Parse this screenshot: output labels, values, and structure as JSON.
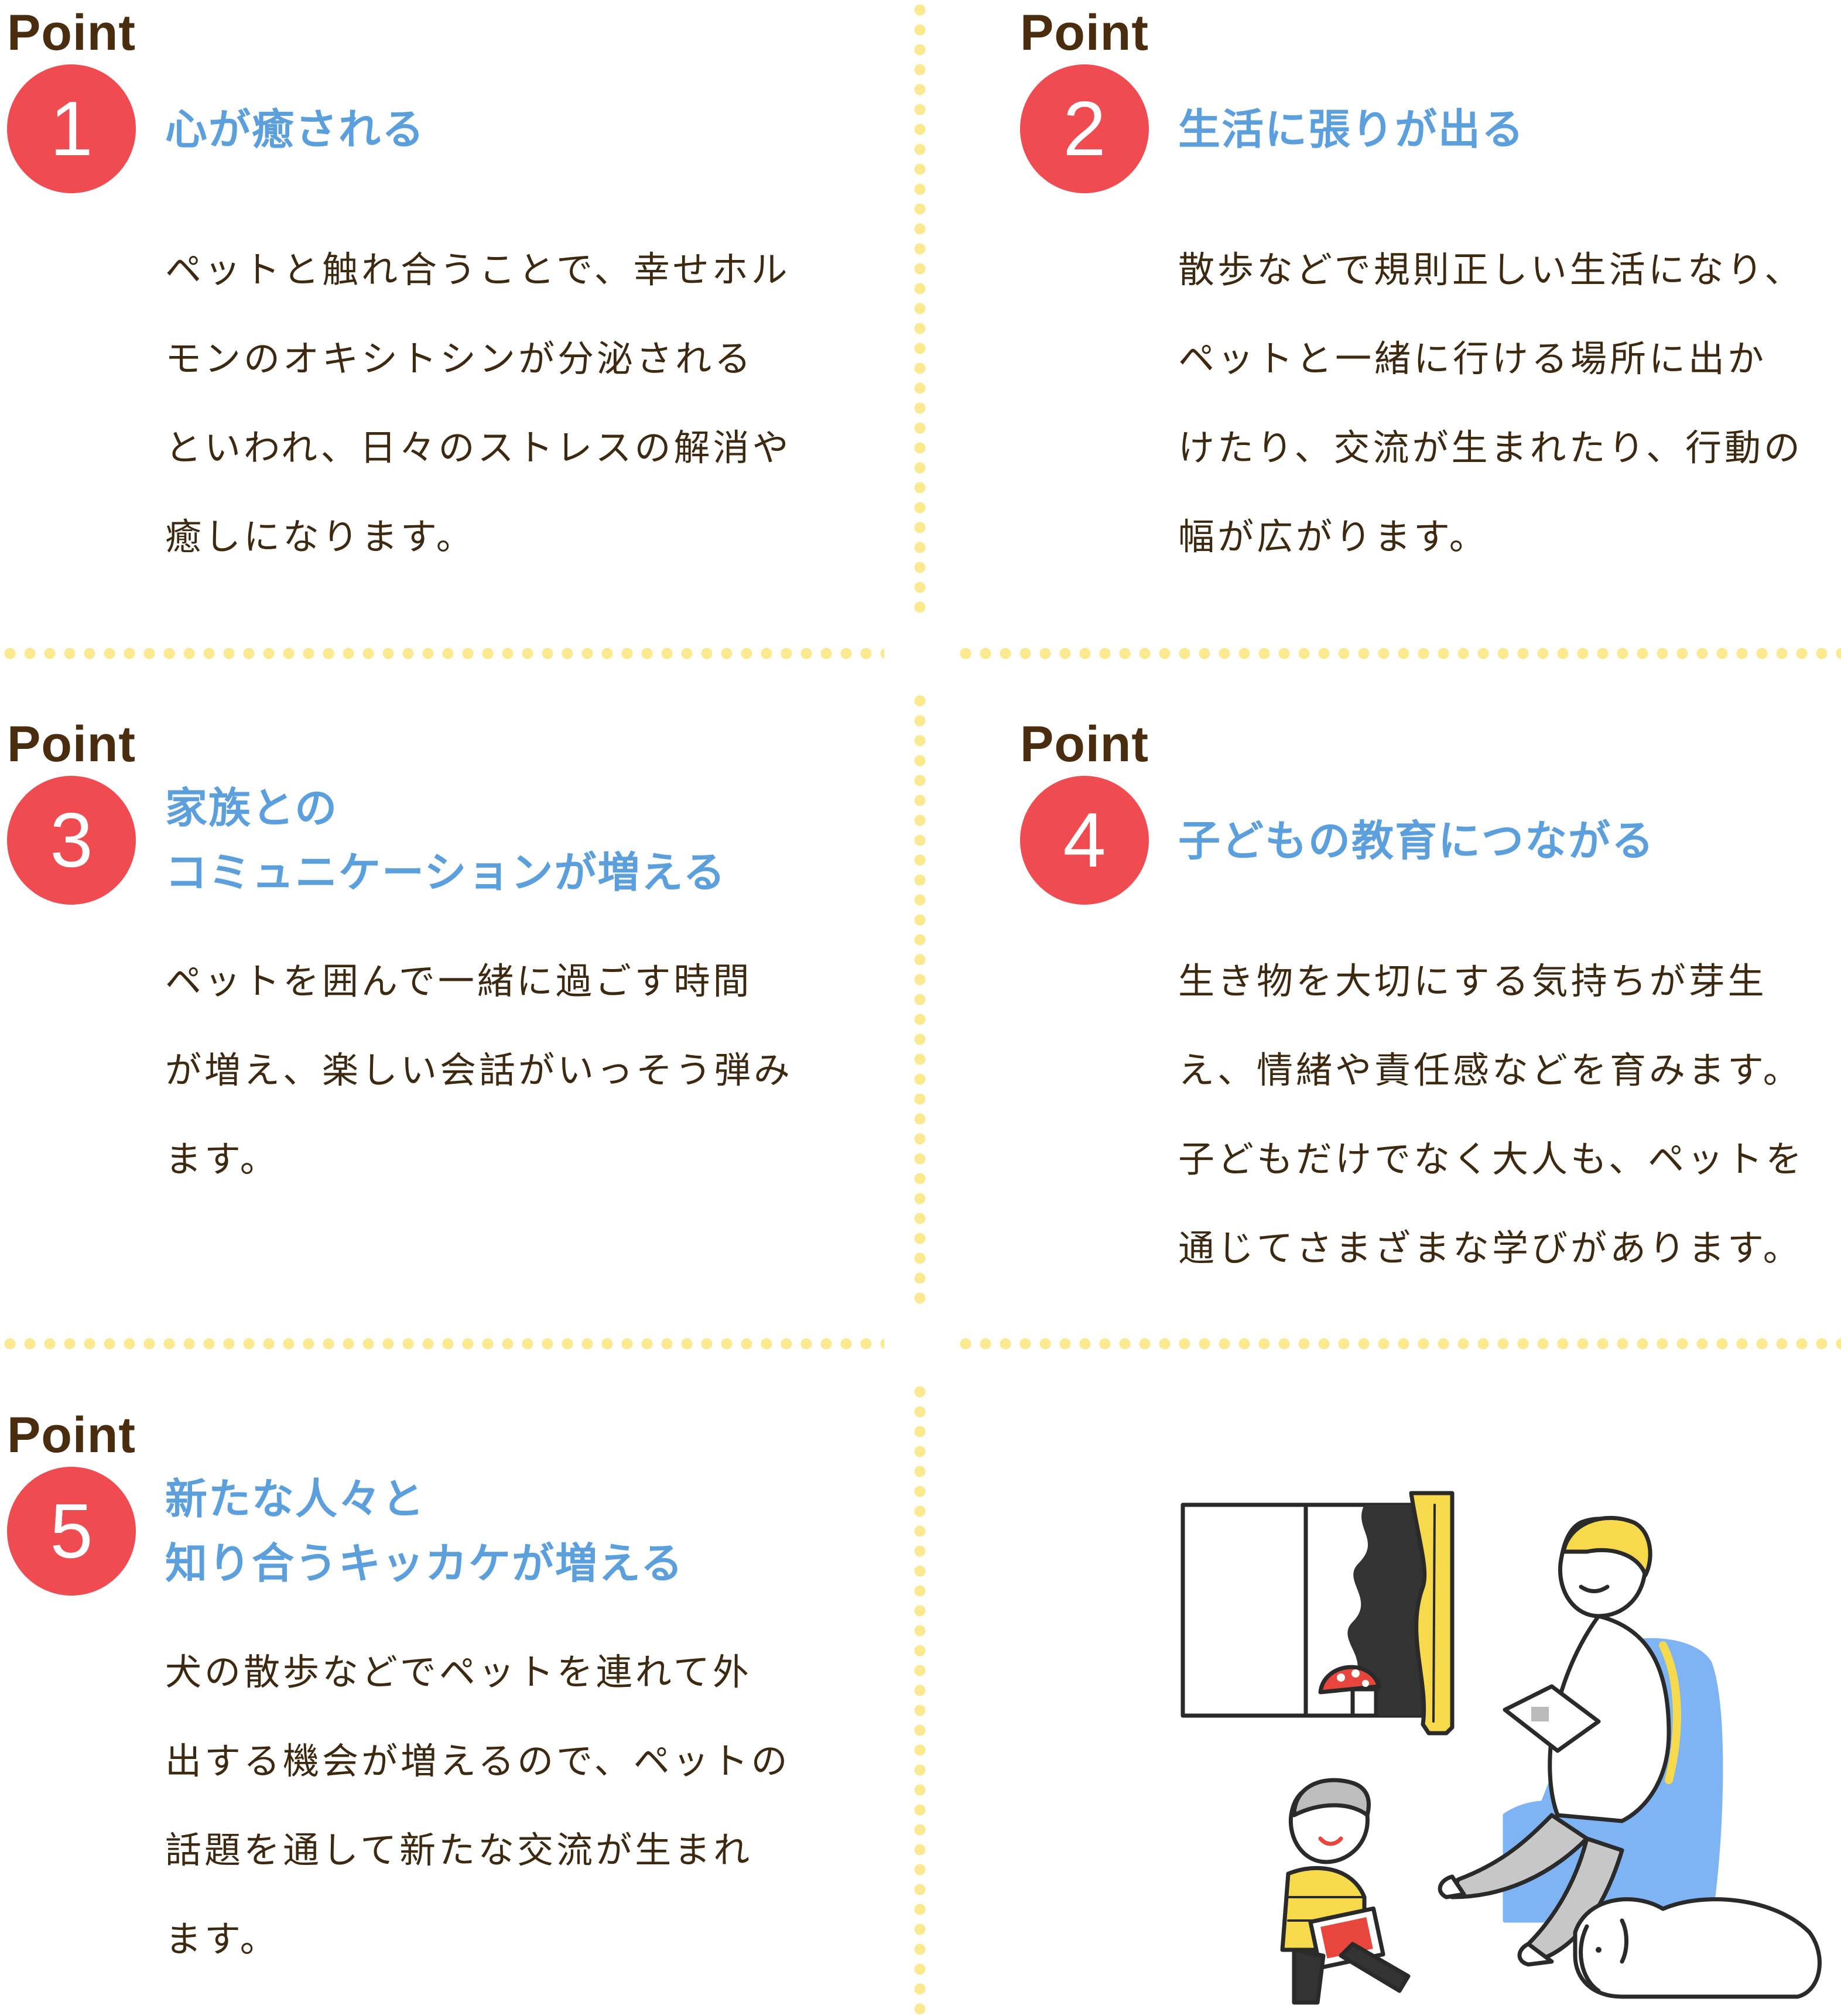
{
  "points": [
    {
      "label": "Point",
      "number": "1",
      "title_lines": [
        "心が癒される"
      ],
      "body_lines": [
        "ペットと触れ合うことで、幸せホル",
        "モンのオキシトシンが分泌される",
        "といわれ、日々のストレスの解消や",
        "癒しになります。"
      ]
    },
    {
      "label": "Point",
      "number": "2",
      "title_lines": [
        "生活に張りが出る"
      ],
      "body_lines": [
        "散歩などで規則正しい生活になり、",
        "ペットと一緒に行ける場所に出か",
        "けたり、交流が生まれたり、行動の",
        "幅が広がります。"
      ]
    },
    {
      "label": "Point",
      "number": "3",
      "title_lines": [
        "家族との",
        "コミュニケーションが増える"
      ],
      "body_lines": [
        "ペットを囲んで一緒に過ごす時間",
        "が増え、楽しい会話がいっそう弾み",
        "ます。"
      ]
    },
    {
      "label": "Point",
      "number": "4",
      "title_lines": [
        "子どもの教育につながる"
      ],
      "body_lines": [
        "生き物を大切にする気持ちが芽生",
        "え、情緒や責任感などを育みます。",
        "子どもだけでなく大人も、ペットを",
        "通じてさまざまな学びがあります。"
      ]
    },
    {
      "label": "Point",
      "number": "5",
      "title_lines": [
        "新たな人々と",
        "知り合うキッカケが増える"
      ],
      "body_lines": [
        "犬の散歩などでペットを連れて外",
        "出する機会が増えるので、ペットの",
        "話題を通して新たな交流が生まれ",
        "ます。"
      ]
    }
  ],
  "colors": {
    "point_label": "#4a2c0e",
    "badge": "#f04b50",
    "title": "#5b9fdc",
    "body": "#3d2810",
    "separator_dots": "#fbe98f",
    "armchair": "#7eb4f4",
    "accent_yellow": "#f7d94c",
    "accent_red": "#e8453c"
  },
  "illustration": {
    "subject": "family-with-dog-illustration"
  }
}
